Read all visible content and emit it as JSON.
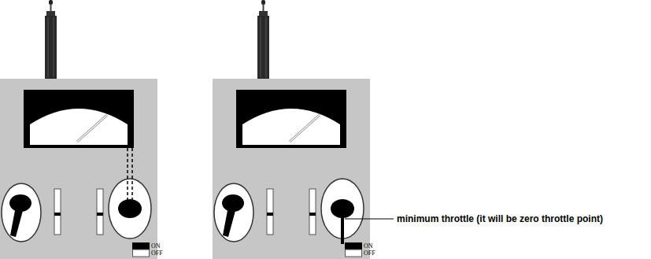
{
  "diagram": {
    "labels": [
      "ON",
      "OFF",
      "ON",
      "OFF",
      "minimum throttle (it will be zero throttle point)"
    ]
  }
}
